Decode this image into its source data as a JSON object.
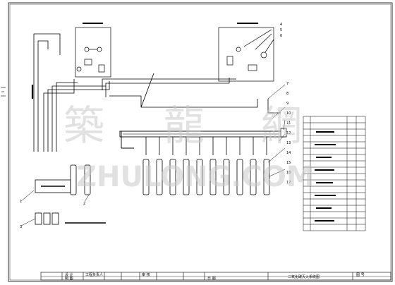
{
  "drawing": {
    "callouts_left": [
      "1",
      "2",
      "3"
    ],
    "callouts_right": [
      "4",
      "5",
      "6",
      "7",
      "8",
      "9",
      "10",
      "11",
      "12",
      "13",
      "14",
      "15",
      "16",
      "17"
    ],
    "title_block": {
      "labels": [
        "设 计",
        "制 图",
        "工程负责人",
        "审 核",
        "日 期",
        "图 号"
      ],
      "title": "二氧化碳灭火系统图"
    },
    "watermark": {
      "chars": [
        "築",
        "龍",
        "網"
      ],
      "latin": "ZHULONG.COM"
    }
  }
}
